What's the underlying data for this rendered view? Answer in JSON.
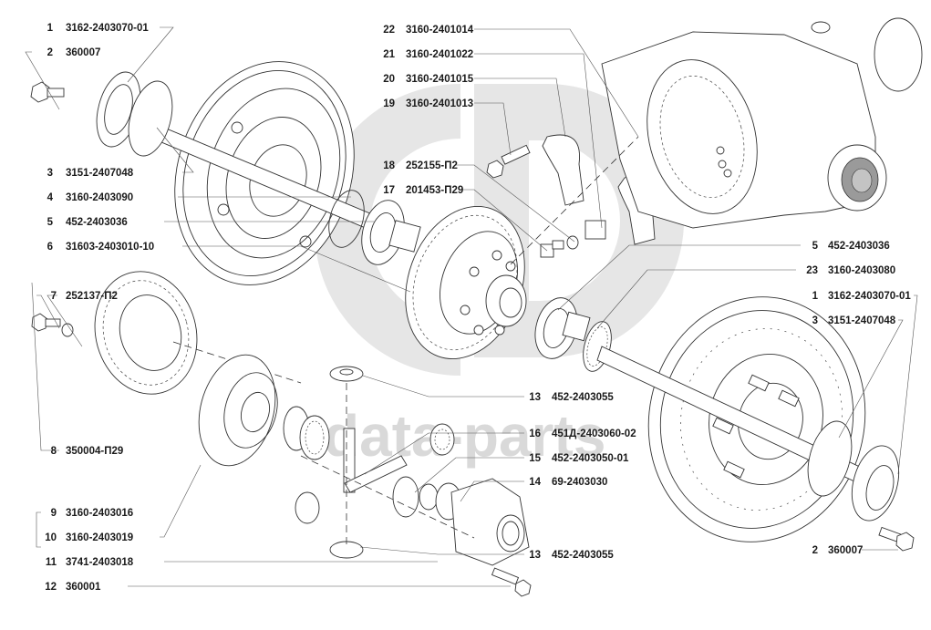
{
  "diagram": {
    "title": "Rear axle differential exploded view",
    "watermark": "data-parts",
    "watermark_color": "#d9d9d9",
    "line_color": "#2a2a2a",
    "callouts": [
      {
        "num": "1",
        "part": "3162-2403070-01"
      },
      {
        "num": "2",
        "part": "360007"
      },
      {
        "num": "3",
        "part": "3151-2407048"
      },
      {
        "num": "4",
        "part": "3160-2403090"
      },
      {
        "num": "5",
        "part": "452-2403036"
      },
      {
        "num": "6",
        "part": "31603-2403010-10"
      },
      {
        "num": "7",
        "part": "252137-П2"
      },
      {
        "num": "8",
        "part": "350004-П29"
      },
      {
        "num": "9",
        "part": "3160-2403016"
      },
      {
        "num": "10",
        "part": "3160-2403019"
      },
      {
        "num": "11",
        "part": "3741-2403018"
      },
      {
        "num": "12",
        "part": "360001"
      },
      {
        "num": "22",
        "part": "3160-2401014"
      },
      {
        "num": "21",
        "part": "3160-2401022"
      },
      {
        "num": "20",
        "part": "3160-2401015"
      },
      {
        "num": "19",
        "part": "3160-2401013"
      },
      {
        "num": "18",
        "part": "252155-П2"
      },
      {
        "num": "17",
        "part": "201453-П29"
      },
      {
        "num": "5",
        "part": "452-2403036"
      },
      {
        "num": "23",
        "part": "3160-2403080"
      },
      {
        "num": "1",
        "part": "3162-2403070-01"
      },
      {
        "num": "3",
        "part": "3151-2407048"
      },
      {
        "num": "13",
        "part": "452-2403055"
      },
      {
        "num": "16",
        "part": "451Д-2403060-02"
      },
      {
        "num": "15",
        "part": "452-2403050-01"
      },
      {
        "num": "14",
        "part": "69-2403030"
      },
      {
        "num": "13",
        "part": "452-2403055"
      },
      {
        "num": "2",
        "part": "360007"
      }
    ]
  }
}
